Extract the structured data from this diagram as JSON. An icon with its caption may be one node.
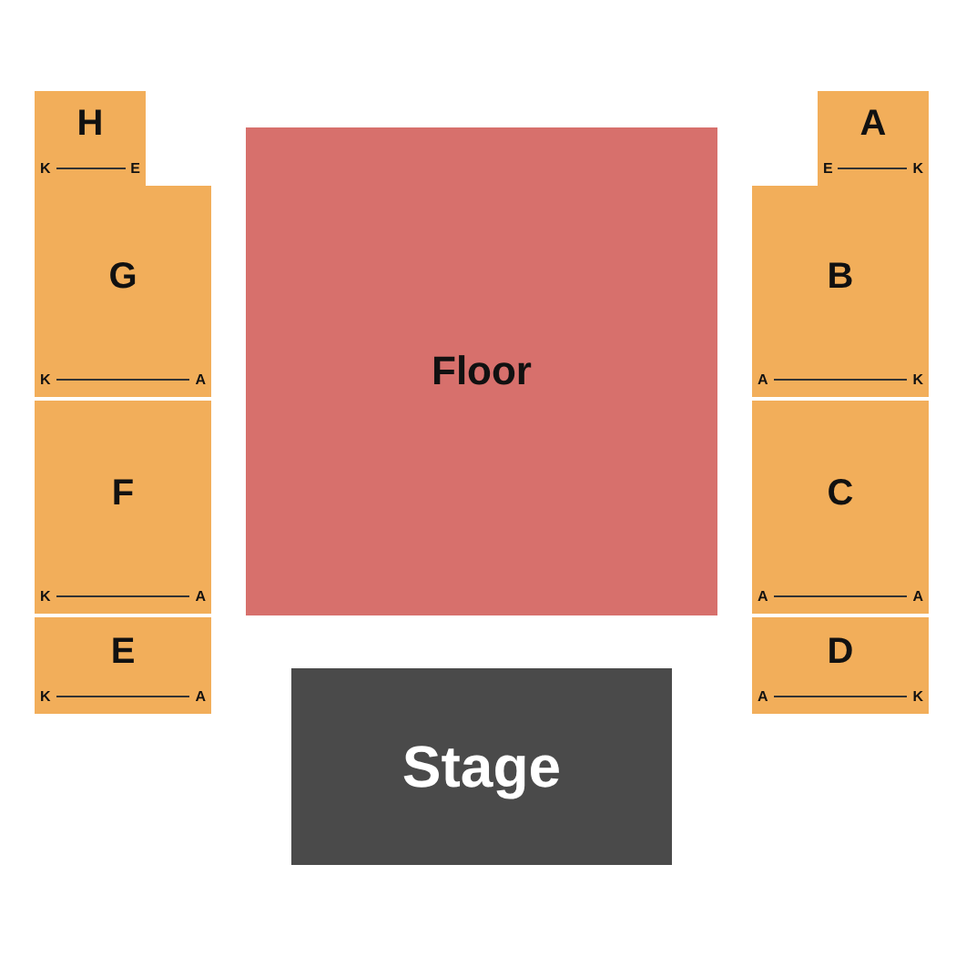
{
  "diagram": {
    "nodes": [
      {
        "text": [
          "H",
          "K",
          "E"
        ]
      },
      {
        "text": [
          "G",
          "K",
          "A"
        ]
      },
      {
        "text": [
          "F",
          "K",
          "A"
        ]
      },
      {
        "text": [
          "E",
          "K",
          "A"
        ]
      },
      {
        "text": [
          "Floor"
        ]
      },
      {
        "text": [
          "Stage"
        ]
      },
      {
        "text": [
          "A",
          "E",
          "K"
        ]
      },
      {
        "text": [
          "B",
          "A",
          "K"
        ]
      },
      {
        "text": [
          "C",
          "A",
          "A"
        ]
      },
      {
        "text": [
          "D",
          "A",
          "K"
        ]
      }
    ]
  }
}
